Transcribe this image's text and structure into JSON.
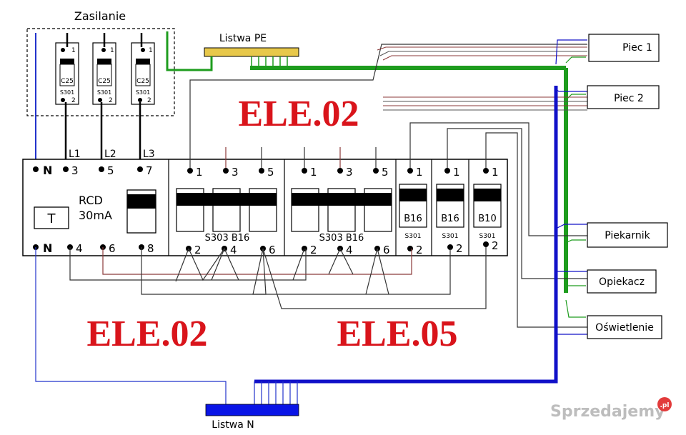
{
  "supply": {
    "title": "Zasilanie",
    "breakers": [
      {
        "top": "1",
        "rating": "C25",
        "type": "S301",
        "bottom": "2"
      },
      {
        "top": "1",
        "rating": "C25",
        "type": "S301",
        "bottom": "2"
      },
      {
        "top": "1",
        "rating": "C25",
        "type": "S301",
        "bottom": "2"
      }
    ],
    "phases": [
      "L1",
      "L2",
      "L3"
    ]
  },
  "pe_bar": {
    "label": "Listwa PE"
  },
  "n_bar": {
    "label": "Listwa N"
  },
  "rcd": {
    "label": "RCD",
    "current": "30mA",
    "test": "T",
    "top_terminals": [
      "N",
      "3",
      "5",
      "7"
    ],
    "bottom_terminals": [
      "N",
      "4",
      "6",
      "8"
    ]
  },
  "s303_a": {
    "label": "S303 B16",
    "top": [
      "1",
      "3",
      "5"
    ],
    "bottom": [
      "2",
      "4",
      "6"
    ]
  },
  "s303_b": {
    "label": "S303 B16",
    "top": [
      "1",
      "3",
      "5"
    ],
    "bottom": [
      "2",
      "4",
      "6"
    ]
  },
  "s301_breakers": [
    {
      "top": "1",
      "rating": "B16",
      "type": "S301",
      "bottom": "2"
    },
    {
      "top": "1",
      "rating": "B16",
      "type": "S301",
      "bottom": "2"
    },
    {
      "top": "1",
      "rating": "B10",
      "type": "S301",
      "bottom": "2"
    }
  ],
  "loads": {
    "piec1": "Piec 1",
    "piec2": "Piec 2",
    "piekarnik": "Piekarnik",
    "opiekacz": "Opiekacz",
    "oswietlenie": "Oświetlenie"
  },
  "watermarks": {
    "top": "ELE.02",
    "bottom_left": "ELE.02",
    "bottom_right": "ELE.05"
  },
  "brand": {
    "text": "Sprzedajemy",
    "badge": ".pl"
  },
  "colors": {
    "pe_green": "#1e9c1e",
    "neutral_blue": "#1010c8",
    "pe_bar_yellow": "#e8c84a",
    "watermark_red": "#d9141b"
  }
}
